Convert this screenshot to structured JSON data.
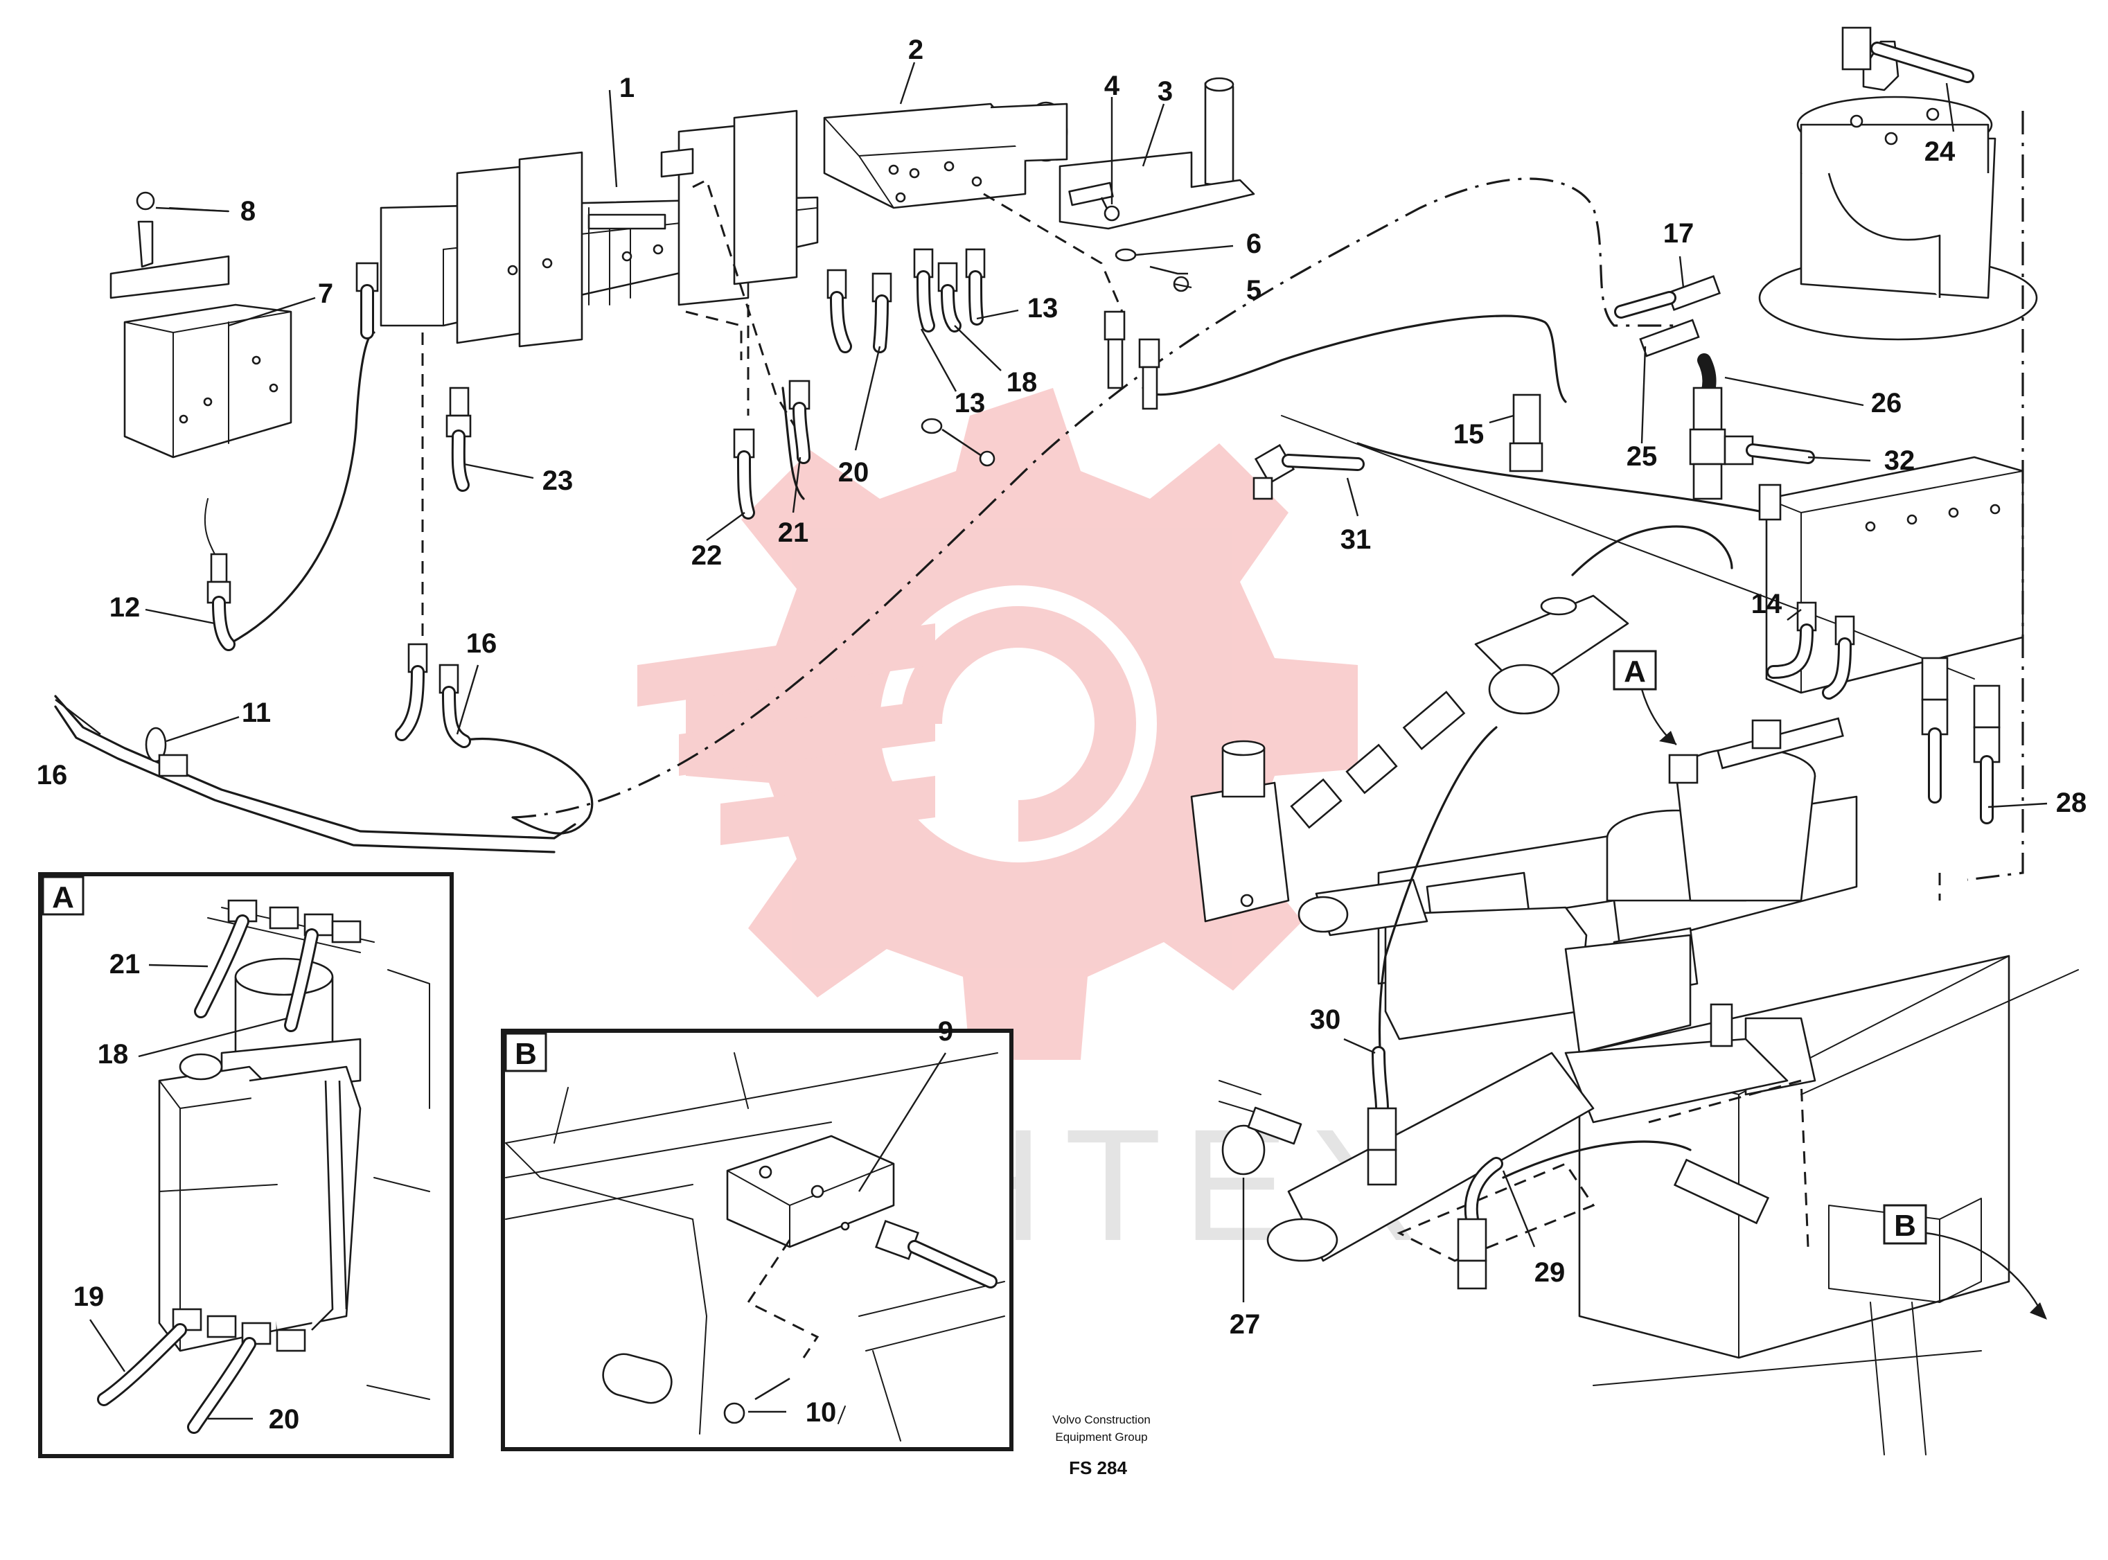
{
  "watermark": {
    "text": "ИНТЕХ",
    "gear_color": "#f4a8a8",
    "text_color": "#d9d9d9"
  },
  "colors": {
    "line": "#1a1a1a",
    "background": "#ffffff"
  },
  "callouts": [
    {
      "id": "c1",
      "label": "1"
    },
    {
      "id": "c2",
      "label": "2"
    },
    {
      "id": "c3",
      "label": "3"
    },
    {
      "id": "c4",
      "label": "4"
    },
    {
      "id": "c5",
      "label": "5"
    },
    {
      "id": "c6",
      "label": "6"
    },
    {
      "id": "c7",
      "label": "7"
    },
    {
      "id": "c8",
      "label": "8"
    },
    {
      "id": "c11",
      "label": "11"
    },
    {
      "id": "c12",
      "label": "12"
    },
    {
      "id": "c13a",
      "label": "13"
    },
    {
      "id": "c13b",
      "label": "13"
    },
    {
      "id": "c14",
      "label": "14"
    },
    {
      "id": "c15",
      "label": "15"
    },
    {
      "id": "c16a",
      "label": "16"
    },
    {
      "id": "c16b",
      "label": "16"
    },
    {
      "id": "c17",
      "label": "17"
    },
    {
      "id": "c18",
      "label": "18"
    },
    {
      "id": "c20",
      "label": "20"
    },
    {
      "id": "c21",
      "label": "21"
    },
    {
      "id": "c22",
      "label": "22"
    },
    {
      "id": "c23",
      "label": "23"
    },
    {
      "id": "c24",
      "label": "24"
    },
    {
      "id": "c25",
      "label": "25"
    },
    {
      "id": "c26",
      "label": "26"
    },
    {
      "id": "c27",
      "label": "27"
    },
    {
      "id": "c28",
      "label": "28"
    },
    {
      "id": "c29",
      "label": "29"
    },
    {
      "id": "c30",
      "label": "30"
    },
    {
      "id": "c31",
      "label": "31"
    },
    {
      "id": "c32",
      "label": "32"
    }
  ],
  "view_markers": {
    "a": "A",
    "b": "B"
  },
  "inset_a": {
    "letter": "A",
    "callouts": [
      {
        "id": "a21",
        "label": "21"
      },
      {
        "id": "a18",
        "label": "18"
      },
      {
        "id": "a19",
        "label": "19"
      },
      {
        "id": "a20",
        "label": "20"
      }
    ]
  },
  "inset_b": {
    "letter": "B",
    "callouts": [
      {
        "id": "b9",
        "label": "9"
      },
      {
        "id": "b10",
        "label": "10"
      }
    ]
  },
  "footer": {
    "company_line1": "Volvo Construction",
    "company_line2": "Equipment Group",
    "figure_code": "FS 284"
  }
}
